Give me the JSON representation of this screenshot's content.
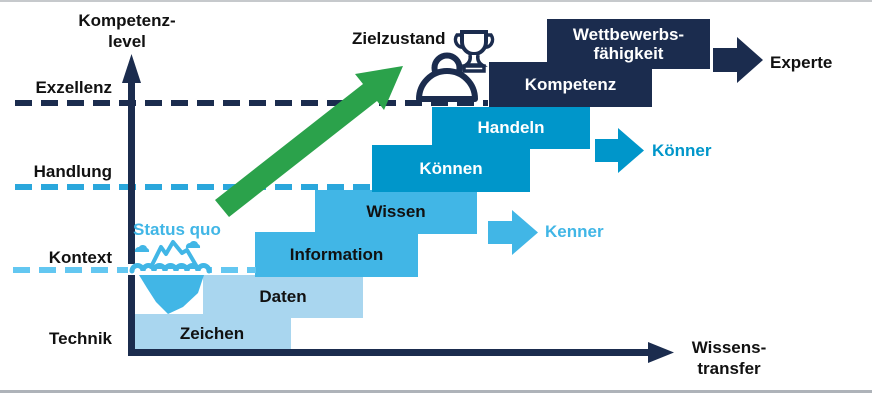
{
  "title": {
    "line1": "Kompetenz-",
    "line2": "level"
  },
  "x_axis": {
    "line1": "Wissens-",
    "line2": "transfer"
  },
  "levels": [
    "Exzellenz",
    "Handlung",
    "Kontext",
    "Technik"
  ],
  "steps": [
    {
      "label": "Zeichen"
    },
    {
      "label": "Daten"
    },
    {
      "label": "Information"
    },
    {
      "label": "Wissen"
    },
    {
      "label": "Können"
    },
    {
      "label": "Handeln"
    },
    {
      "label": "Kompetenz"
    },
    {
      "label": "Wettbewerbs-",
      "label2": "fähigkeit"
    }
  ],
  "annotations": {
    "status_quo": "Status quo",
    "zielzustand": "Zielzustand"
  },
  "personas": {
    "experte": "Experte",
    "koenner": "Könner",
    "kenner": "Kenner"
  },
  "icons": [
    "iceberg-icon",
    "trophy-icon",
    "person-icon",
    "growth-arrow-icon",
    "experte-arrow-icon",
    "koenner-arrow-icon",
    "kenner-arrow-icon"
  ],
  "colors": {
    "navy": "#1b2c4e",
    "medium_blue": "#0096ca",
    "bright_blue": "#41b6e6",
    "pale_blue": "#a9d6ef",
    "handlung_line": "#2aa7dc",
    "kontext_line": "#63c7f1",
    "green": "#2ba24b",
    "text": "#111111"
  }
}
